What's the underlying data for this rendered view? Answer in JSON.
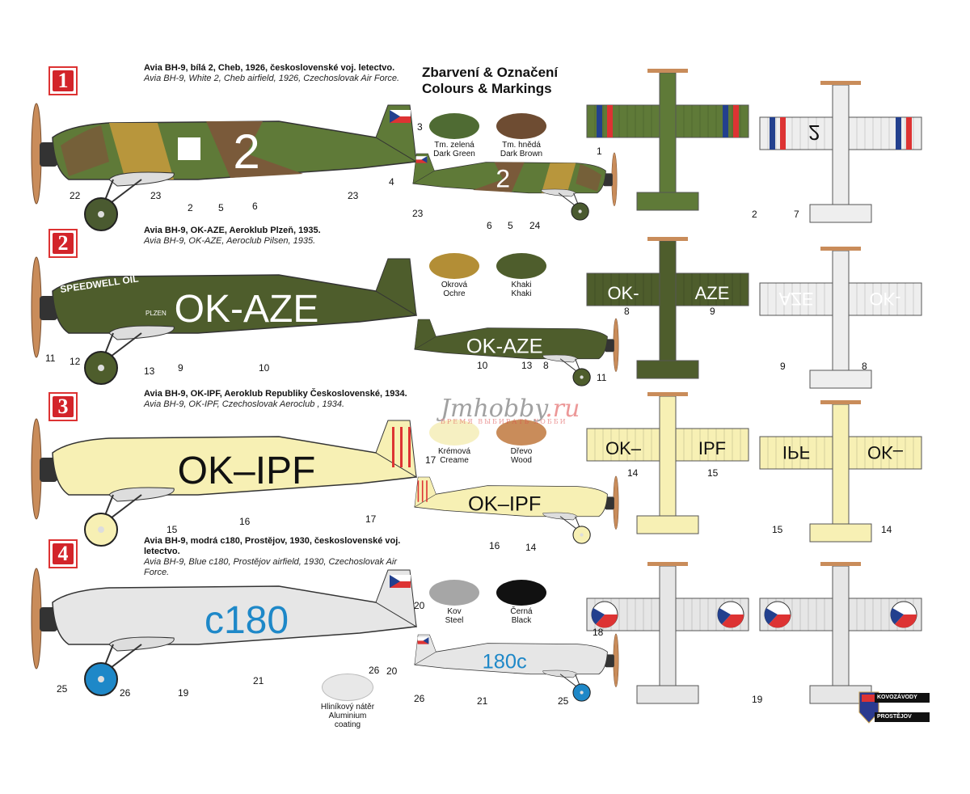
{
  "header": {
    "title_cz": "Zbarvení & Označení",
    "title_en": "Colours & Markings"
  },
  "schemes": [
    {
      "number": "1",
      "title_cz": "Avia BH-9, bílá 2, Cheb, 1926, československé voj. letectvo.",
      "title_en": "Avia BH-9, White 2, Cheb airfield, 1926, Czechoslovak Air Force.",
      "marking": "2",
      "small_marking": "2",
      "wing_marking": "",
      "colors": {
        "base": "#5f7a38",
        "camo1": "#7a5a3a",
        "camo2": "#b8963c",
        "wheel": "#4a5a30"
      }
    },
    {
      "number": "2",
      "title_cz": "Avia BH-9, OK-AZE, Aeroklub Plzeň, 1935.",
      "title_en": "Avia BH-9, OK-AZE, Aeroclub Pilsen, 1935.",
      "marking": "OK-AZE",
      "small_marking": "OK-AZE",
      "nose_text": "SPEEDWELL OIL",
      "side_text": "PLZEN",
      "wing_left": "OK-",
      "wing_right": "AZE",
      "colors": {
        "base": "#4e5d2c",
        "wheel": "#4e5d2c"
      }
    },
    {
      "number": "3",
      "title_cz": "Avia BH-9, OK-IPF, Aeroklub Republiky Československé, 1934.",
      "title_en": "Avia BH-9, OK-IPF, Czechoslovak  Aeroclub , 1934.",
      "marking": "OK–IPF",
      "small_marking": "OK–IPF",
      "wing_left": "OK–",
      "wing_right": "IPF",
      "colors": {
        "base": "#f7f0b4",
        "wheel": "#f7f0b4"
      }
    },
    {
      "number": "4",
      "title_cz": "Avia BH-9, modrá c180, Prostějov, 1930, československé voj. letectvo.",
      "title_en": "Avia BH-9, Blue c180, Prostějov airfield, 1930, Czechoslovak Air Force.",
      "marking": "c180",
      "small_marking": "180c",
      "colors": {
        "base": "#e6e6e6",
        "wheel": "#1e88c8"
      }
    }
  ],
  "swatches": [
    {
      "cz": "Tm. zelená",
      "en": "Dark Green",
      "color": "#4f6b33"
    },
    {
      "cz": "Tm. hnědá",
      "en": "Dark Brown",
      "color": "#6e4c32"
    },
    {
      "cz": "Okrová",
      "en": "Ochre",
      "color": "#b38e36"
    },
    {
      "cz": "Khaki",
      "en": "Khaki",
      "color": "#4e5d2c"
    },
    {
      "cz": "Krémová",
      "en": "Creame",
      "color": "#f6f0c2"
    },
    {
      "cz": "Dřevo",
      "en": "Wood",
      "color": "#c98c5a"
    },
    {
      "cz": "Kov",
      "en": "Steel",
      "color": "#a6a6a6"
    },
    {
      "cz": "Černá",
      "en": "Black",
      "color": "#111111"
    },
    {
      "cz": "Hliníkový nátěr",
      "en": "Aluminium coating",
      "color": "#e8e8e8"
    }
  ],
  "callouts": [
    "3",
    "22",
    "23",
    "2",
    "5",
    "6",
    "23",
    "4",
    "23",
    "6",
    "5",
    "24",
    "1",
    "2",
    "7",
    "11",
    "12",
    "13",
    "9",
    "10",
    "13",
    "8",
    "11",
    "10",
    "8",
    "9",
    "9",
    "8",
    "17",
    "15",
    "16",
    "17",
    "16",
    "14",
    "14",
    "15",
    "15",
    "14",
    "20",
    "25",
    "26",
    "19",
    "21",
    "26",
    "20",
    "26",
    "21",
    "25",
    "18",
    "19"
  ],
  "logo": {
    "line1": "KOVOZÁVODY",
    "line2": "PROSTĚJOV"
  },
  "watermark": {
    "brand": "Jmhobby",
    "tld": ".ru",
    "tagline": "ВРЕМЯ ВЫБИРАТЬ ХОББИ"
  }
}
